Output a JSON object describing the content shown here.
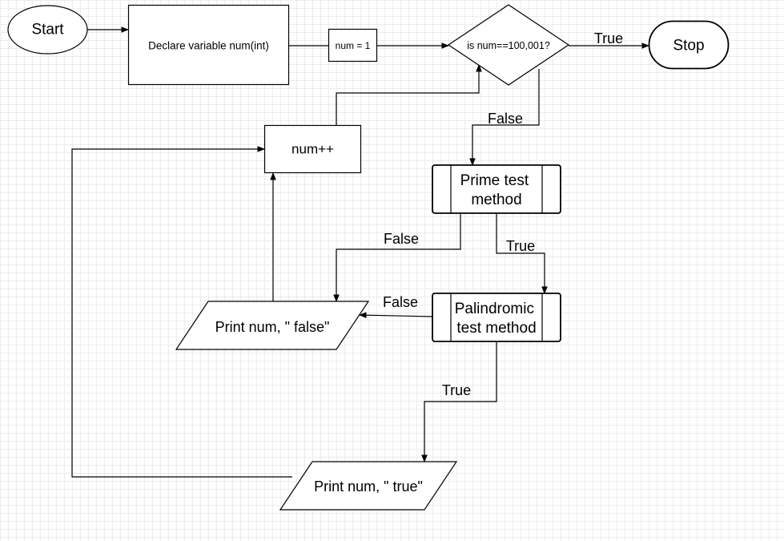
{
  "nodes": {
    "start": "Start",
    "declare": "Declare variable num(int)",
    "init": "num = 1",
    "decision": "is num==100,001?",
    "stop": "Stop",
    "increment": "num++",
    "prime_line1": "Prime test",
    "prime_line2": "method",
    "palin_line1": "Palindromic",
    "palin_line2": "test method",
    "print_false": "Print num, \" false\"",
    "print_true": "Print num, \" true\""
  },
  "edges": {
    "decision_true": "True",
    "decision_false": "False",
    "prime_false": "False",
    "prime_true": "True",
    "palin_false": "False",
    "palin_true": "True"
  }
}
